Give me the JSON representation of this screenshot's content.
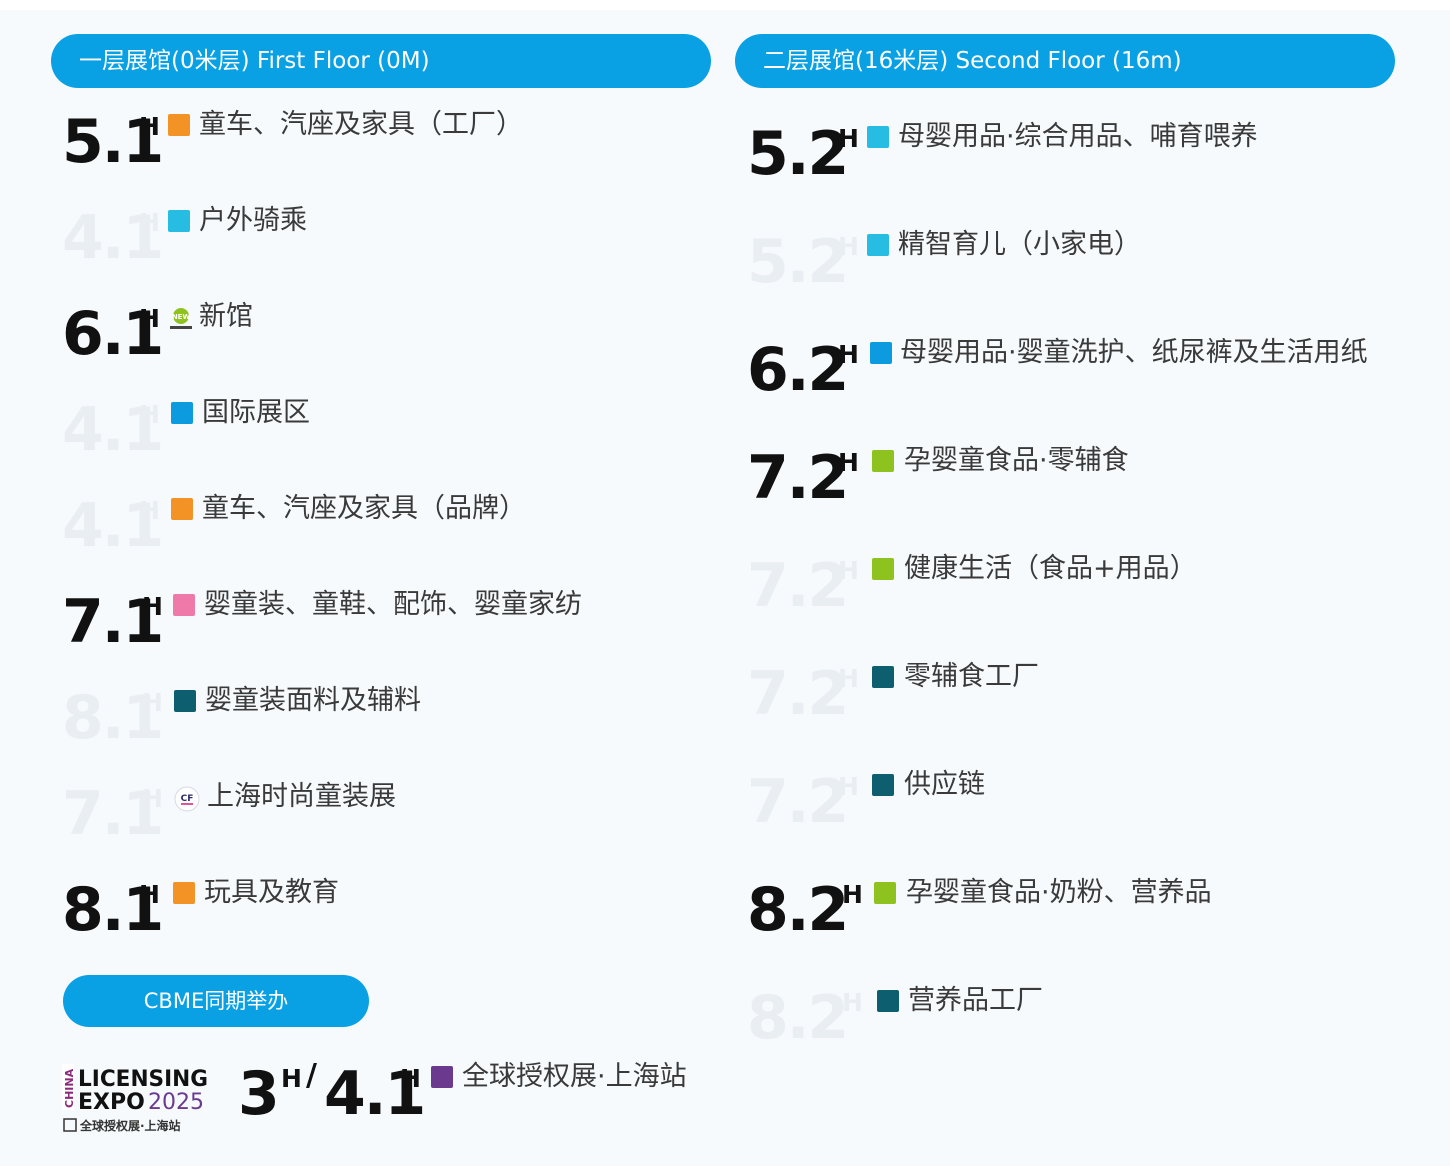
{
  "colors": {
    "blue_pill": "#0aa1e4",
    "orange": "#f39325",
    "cyan": "#27bde2",
    "blue": "#0d9be0",
    "pink": "#ef7aa9",
    "teal": "#0d5e6e",
    "green": "#8dc21f",
    "purple": "#6b3a8e"
  },
  "headers": {
    "first_floor": "一层展馆(0米层) First Floor (0M)",
    "second_floor": "二层展馆(16米层) Second Floor (16m)",
    "cbme": "CBME同期举办"
  },
  "left": {
    "h51": {
      "hall": "5.1",
      "sup": "H",
      "label": "童车、汽座及家具（工厂）",
      "color": "orange"
    },
    "g41a": {
      "hall": "4.1",
      "sup": "H",
      "label": "户外骑乘",
      "color": "cyan"
    },
    "h61": {
      "hall": "6.1",
      "sup": "H",
      "label": "新馆",
      "badge": "new-icon"
    },
    "g41b": {
      "hall": "4.1",
      "sup": "H",
      "label": "国际展区",
      "color": "blue"
    },
    "g41c": {
      "hall": "4.1",
      "sup": "H",
      "label": "童车、汽座及家具（品牌）",
      "color": "orange"
    },
    "h71": {
      "hall": "7.1",
      "sup": "H",
      "label": "婴童装、童鞋、配饰、婴童家纺",
      "color": "pink"
    },
    "g81a": {
      "hall": "8.1",
      "sup": "H",
      "label": "婴童装面料及辅料",
      "color": "teal"
    },
    "g71": {
      "hall": "7.1",
      "sup": "H",
      "label": "上海时尚童装展",
      "badge": "cf-icon"
    },
    "h81": {
      "hall": "8.1",
      "sup": "H",
      "label": "玩具及教育",
      "color": "orange"
    }
  },
  "right": {
    "h52": {
      "hall": "5.2",
      "sup": "H",
      "label": "母婴用品·综合用品、哺育喂养",
      "color": "cyan"
    },
    "g52": {
      "hall": "5.2",
      "sup": "H",
      "label": "精智育儿（小家电）",
      "color": "cyan"
    },
    "h62": {
      "hall": "6.2",
      "sup": "H",
      "label": "母婴用品·婴童洗护、纸尿裤及生活用纸",
      "color": "blue"
    },
    "h72": {
      "hall": "7.2",
      "sup": "H",
      "label": "孕婴童食品·零辅食",
      "color": "green"
    },
    "g72a": {
      "hall": "7.2",
      "sup": "H",
      "label": "健康生活（食品+用品）",
      "color": "green"
    },
    "g72b": {
      "hall": "7.2",
      "sup": "H",
      "label": "零辅食工厂",
      "color": "teal"
    },
    "g72c": {
      "hall": "7.2",
      "sup": "H",
      "label": "供应链",
      "color": "teal"
    },
    "h82": {
      "hall": "8.2",
      "sup": "H",
      "label": "孕婴童食品·奶粉、营养品",
      "color": "green"
    },
    "g82": {
      "hall": "8.2",
      "sup": "H",
      "label": "营养品工厂",
      "color": "teal"
    }
  },
  "licensing": {
    "logo_line1": "LICENSING",
    "logo_line2": "EXPO",
    "logo_year": "2025",
    "logo_side": "CHINA",
    "logo_sub": "全球授权展·上海站",
    "hall_a": "3",
    "sup_a": "H",
    "slash": "/",
    "hall_b": "4.1",
    "sup_b": "H",
    "label": "全球授权展·上海站",
    "color": "purple"
  }
}
